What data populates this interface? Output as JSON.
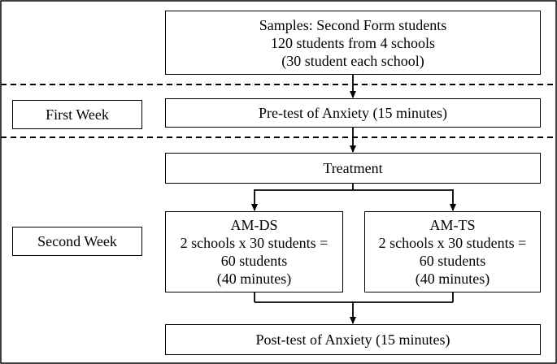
{
  "samples": {
    "line1": "Samples: Second Form students",
    "line2": "120 students from 4 schools",
    "line3": "(30 student each school)"
  },
  "weeks": {
    "first": "First Week",
    "second": "Second Week"
  },
  "pretest": "Pre-test of Anxiety (15 minutes)",
  "treatment": "Treatment",
  "groups": [
    {
      "title": "AM-DS",
      "line2": "2 schools x 30 students =",
      "line3": "60 students",
      "line4": "(40 minutes)"
    },
    {
      "title": "AM-TS",
      "line2": "2 schools x 30 students =",
      "line3": "60 students",
      "line4": "(40 minutes)"
    }
  ],
  "posttest": "Post-test of Anxiety (15 minutes)"
}
